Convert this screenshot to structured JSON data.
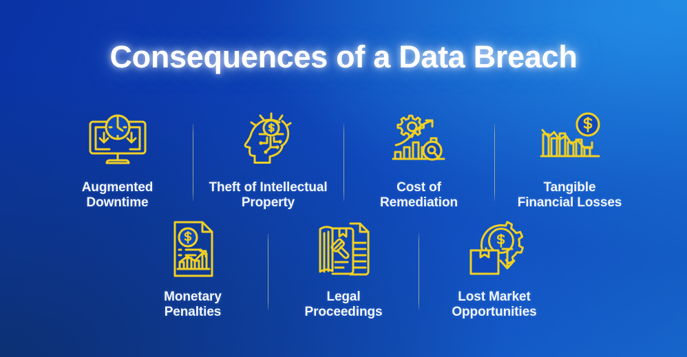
{
  "title": "Consequences of a Data Breach",
  "theme": {
    "icon_color": "#f2d024",
    "text_color": "#f3f7ff",
    "bg_top_left": "#0b37a8",
    "bg_top_right": "#1271cf",
    "bg_bottom_left": "#103a7c",
    "bg_bottom_right": "#1358c4",
    "divider_color": "#a9b09b"
  },
  "rows": [
    {
      "items": [
        {
          "label": "Augmented\nDowntime",
          "icon": "monitor-clock-down-arrows-icon"
        },
        {
          "label": "Theft of Intellectual\nProperty",
          "icon": "head-brain-dollar-circuit-icon"
        },
        {
          "label": "Cost of\nRemediation",
          "icon": "gear-growth-chart-magnifier-icon"
        },
        {
          "label": "Tangible\nFinancial Losses",
          "icon": "declining-bar-chart-dollar-coin-icon"
        }
      ]
    },
    {
      "items": [
        {
          "label": "Monetary\nPenalties",
          "icon": "document-dollar-bar-chart-icon"
        },
        {
          "label": "Legal\nProceedings",
          "icon": "law-book-gavel-document-icon"
        },
        {
          "label": "Lost Market\nOpportunities",
          "icon": "gear-dollar-box-down-arrow-icon"
        }
      ]
    }
  ]
}
